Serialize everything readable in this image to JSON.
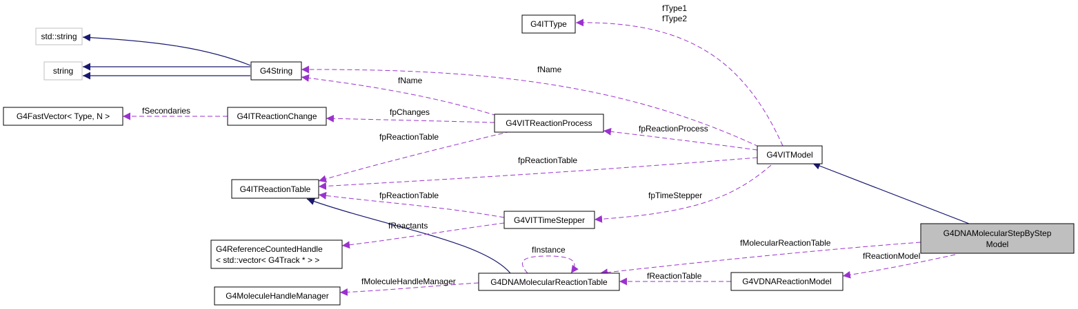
{
  "diagram": {
    "nodes": {
      "std_string": [
        "std::string"
      ],
      "string": [
        "string"
      ],
      "g4string": [
        "G4String"
      ],
      "g4fastvector": [
        "G4FastVector< Type, N >"
      ],
      "g4itreactionchange": [
        "G4ITReactionChange"
      ],
      "g4ittype": [
        "G4ITType"
      ],
      "g4vitreactionprocess": [
        "G4VITReactionProcess"
      ],
      "g4itreactiontable": [
        "G4ITReactionTable"
      ],
      "g4vitmodel": [
        "G4VITModel"
      ],
      "g4vittimestepper": [
        "G4VITTimeStepper"
      ],
      "g4referencecountedhandle": [
        "G4ReferenceCountedHandle",
        "< std::vector< G4Track * > >"
      ],
      "g4moleculehandlemanager": [
        "G4MoleculeHandleManager"
      ],
      "g4dnamolecularreactiontable": [
        "G4DNAMolecularReactionTable"
      ],
      "g4vdnareactionmodel": [
        "G4VDNAReactionModel"
      ],
      "g4dnamolecularstepbystepmodel": [
        "G4DNAMolecularStepByStep",
        "Model"
      ]
    },
    "edge_labels": {
      "ftype": [
        "fType1",
        "fType2"
      ],
      "fname_model": [
        "fName"
      ],
      "fname_process": [
        "fName"
      ],
      "fsecondaries": [
        "fSecondaries"
      ],
      "fpchanges": [
        "fpChanges"
      ],
      "fpreactionprocess": [
        "fpReactionProcess"
      ],
      "fpreactiontable_process": [
        "fpReactionTable"
      ],
      "fpreactiontable_model": [
        "fpReactionTable"
      ],
      "fpreactiontable_stepper": [
        "fpReactionTable"
      ],
      "fptimestepper": [
        "fpTimeStepper"
      ],
      "freactants": [
        "fReactants"
      ],
      "finstance": [
        "fInstance"
      ],
      "fmolecularreactiontable": [
        "fMolecularReactionTable"
      ],
      "freactionmodel": [
        "fReactionModel"
      ],
      "freactiontable": [
        "fReactionTable"
      ],
      "fmoleculehandlemanager": [
        "fMoleculeHandleManager"
      ]
    },
    "colors": {
      "association": "#9a32cd",
      "inheritance": "#191970",
      "focus_fill": "#bfbfbf",
      "external_border": "#bfbfbf"
    }
  }
}
